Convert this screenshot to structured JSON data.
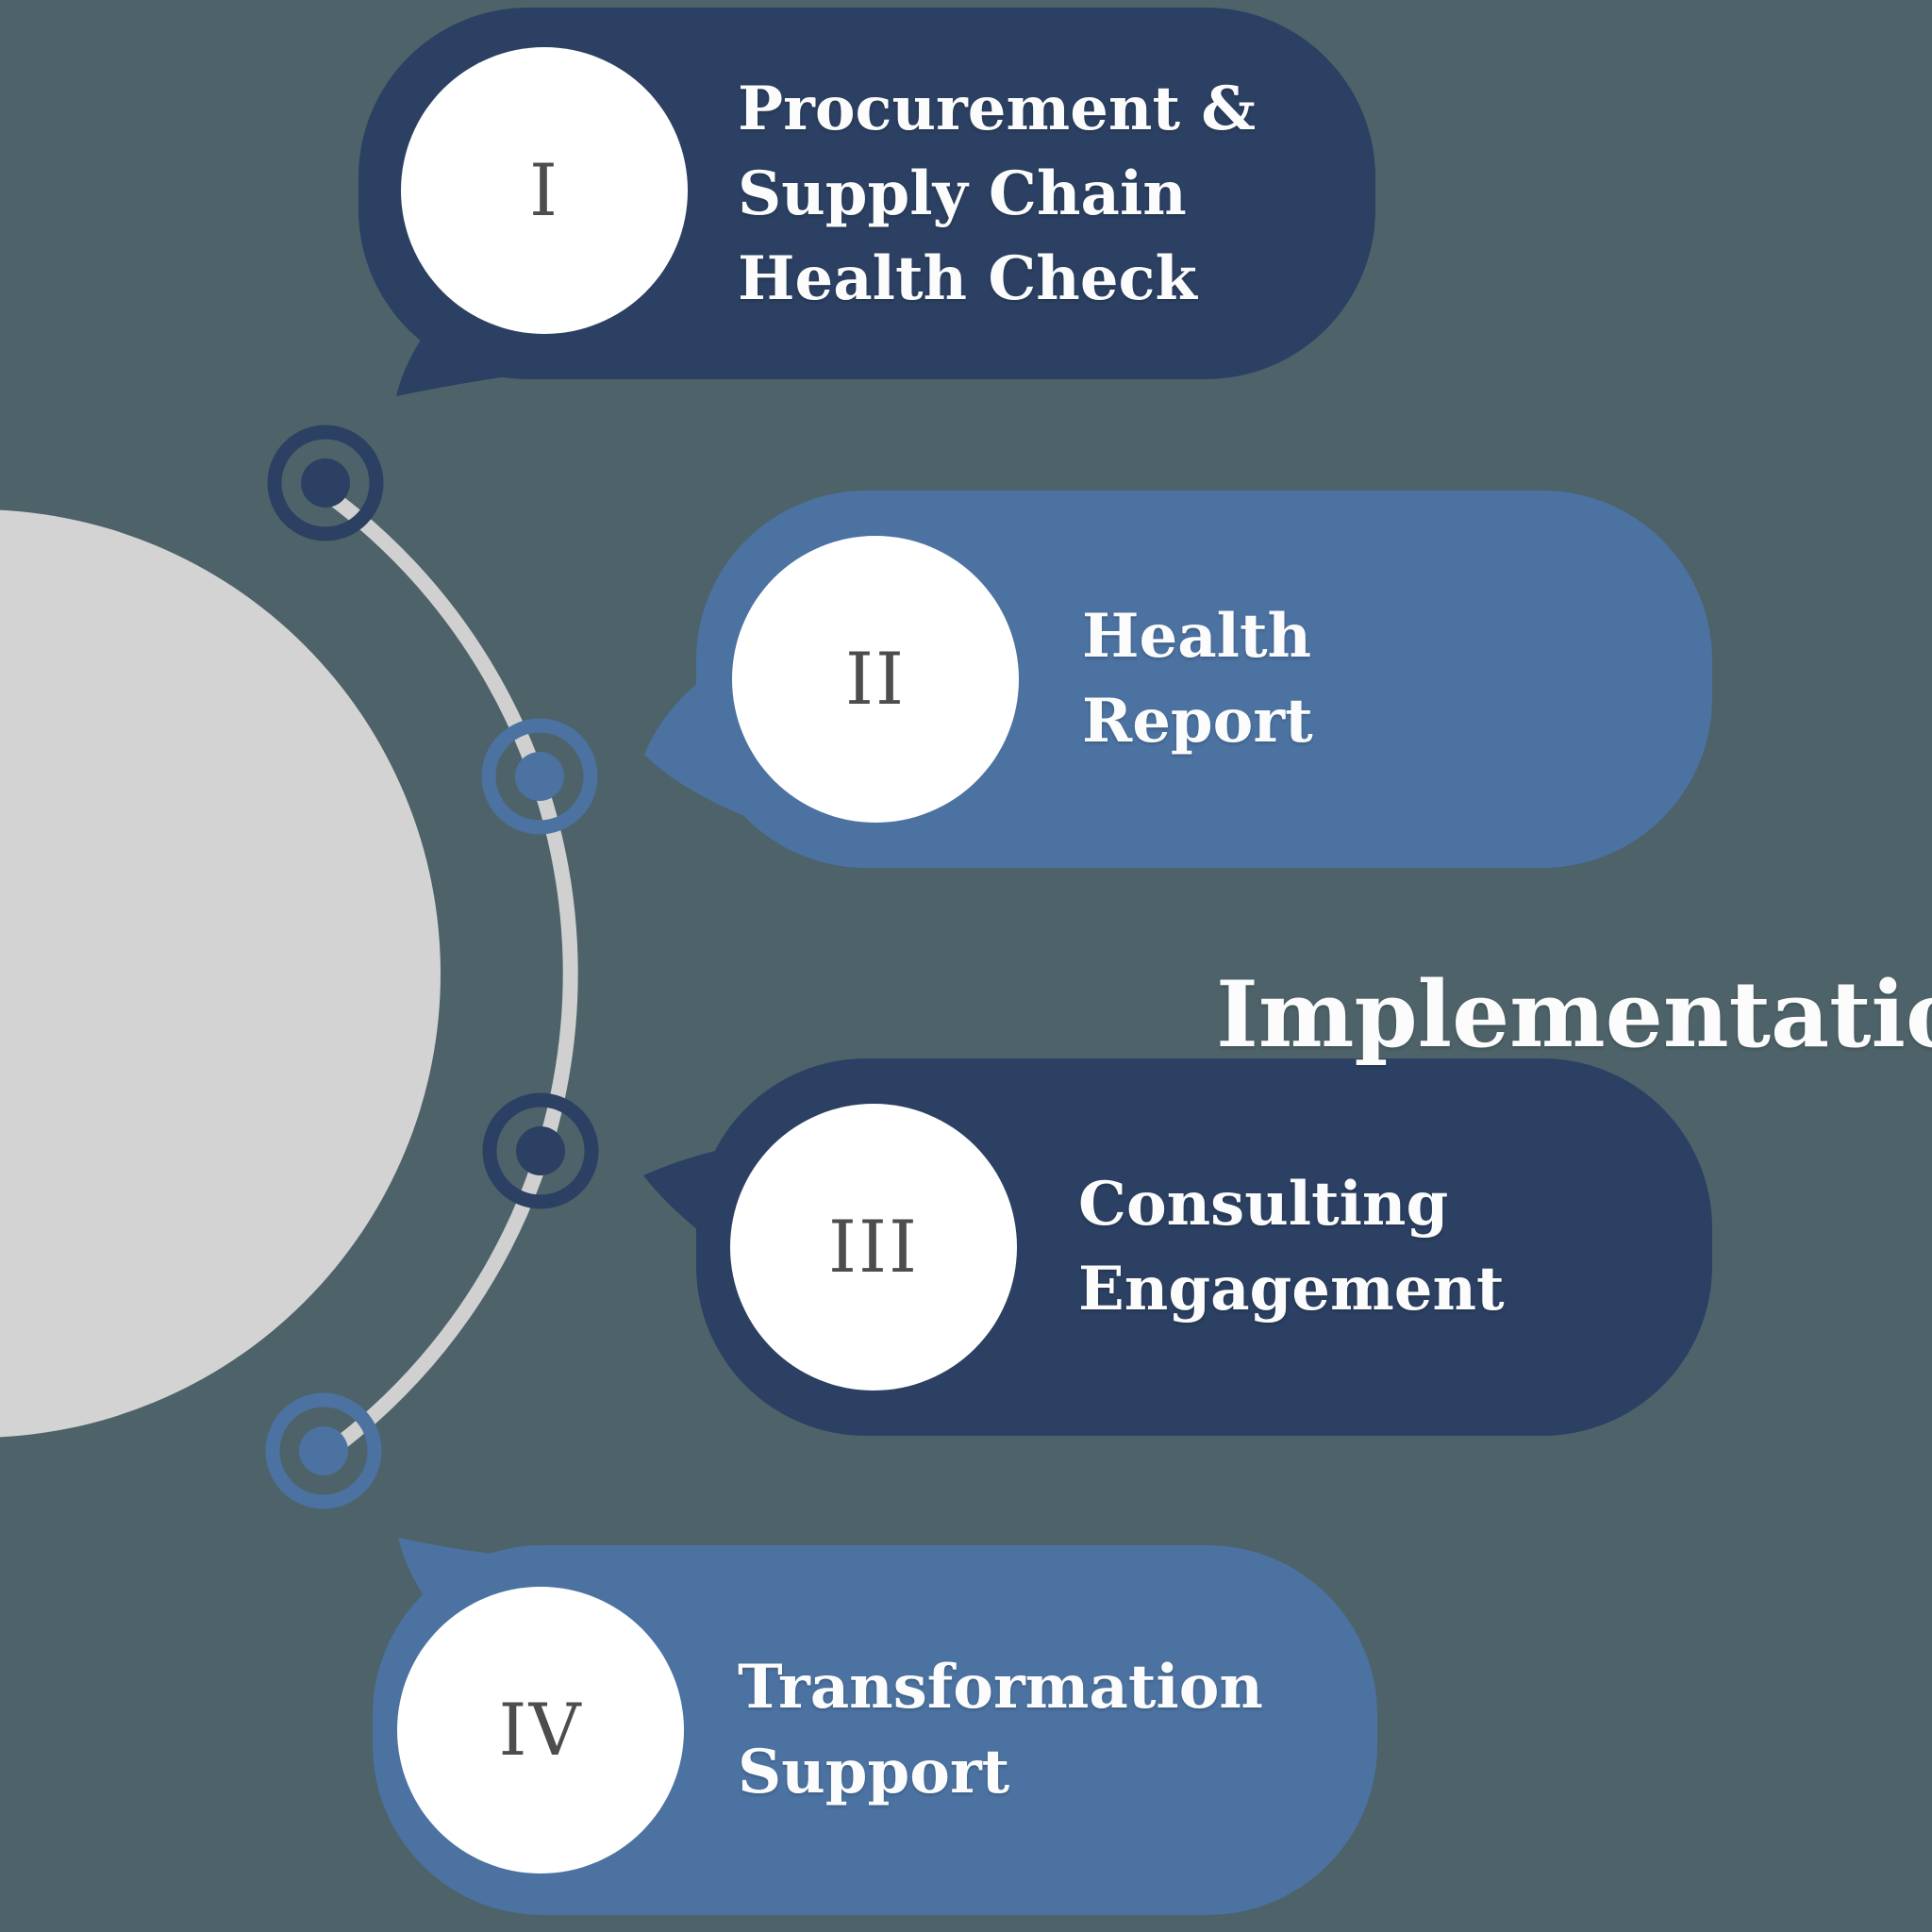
{
  "diagram": {
    "kind": "process-infographic",
    "stages": [
      {
        "numeral": "I",
        "lines": [
          "Procurement &",
          "Supply Chain",
          "Health Check"
        ]
      },
      {
        "numeral": "II",
        "lines": [
          "Health",
          "Report"
        ]
      },
      {
        "numeral": "III",
        "lines": [
          "Consulting",
          "Engagement"
        ]
      },
      {
        "numeral": "IV",
        "lines": [
          "Transformation",
          "Support"
        ]
      }
    ],
    "implementation_label": "Implementation"
  },
  "colors": {
    "bg": "#4d6369",
    "navy": "#2b4062",
    "steel": "#4b72a1",
    "hub": "#d3d3d3",
    "arc": "#d0d0d0",
    "numeral": "#4d4d4d",
    "text": "#fcfcfc"
  }
}
